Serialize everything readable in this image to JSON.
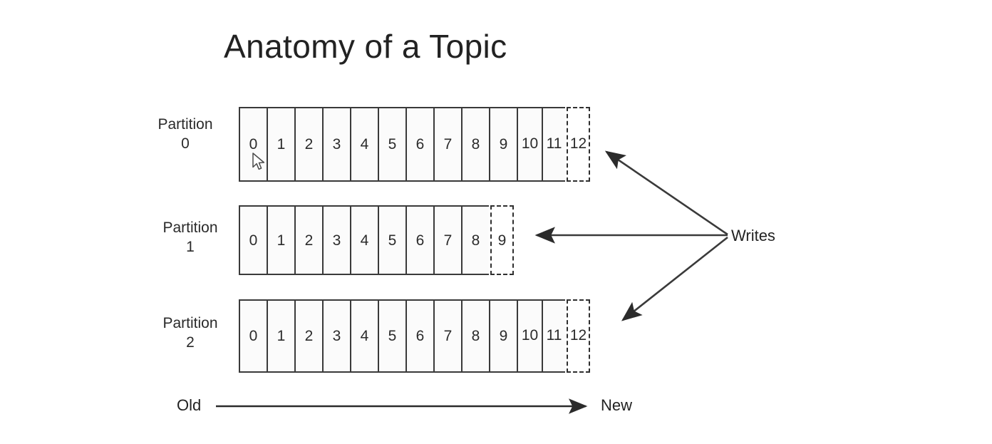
{
  "slide": {
    "title": "Anatomy of a Topic",
    "background_color": "#ffffff",
    "ink_color": "#2b2b2b"
  },
  "partitions": [
    {
      "label_line1": "Partition",
      "label_line2": "0",
      "committed_offsets": [
        "0",
        "1",
        "2",
        "3",
        "4",
        "5",
        "6",
        "7",
        "8",
        "9",
        "10",
        "11"
      ],
      "pending_offset": "12"
    },
    {
      "label_line1": "Partition",
      "label_line2": "1",
      "committed_offsets": [
        "0",
        "1",
        "2",
        "3",
        "4",
        "5",
        "6",
        "7",
        "8"
      ],
      "pending_offset": "9"
    },
    {
      "label_line1": "Partition",
      "label_line2": "2",
      "committed_offsets": [
        "0",
        "1",
        "2",
        "3",
        "4",
        "5",
        "6",
        "7",
        "8",
        "9",
        "10",
        "11"
      ],
      "pending_offset": "12"
    }
  ],
  "writes": {
    "label": "Writes"
  },
  "time_axis": {
    "old_label": "Old",
    "new_label": "New"
  },
  "cursor": {
    "icon": "mouse-pointer-icon"
  }
}
